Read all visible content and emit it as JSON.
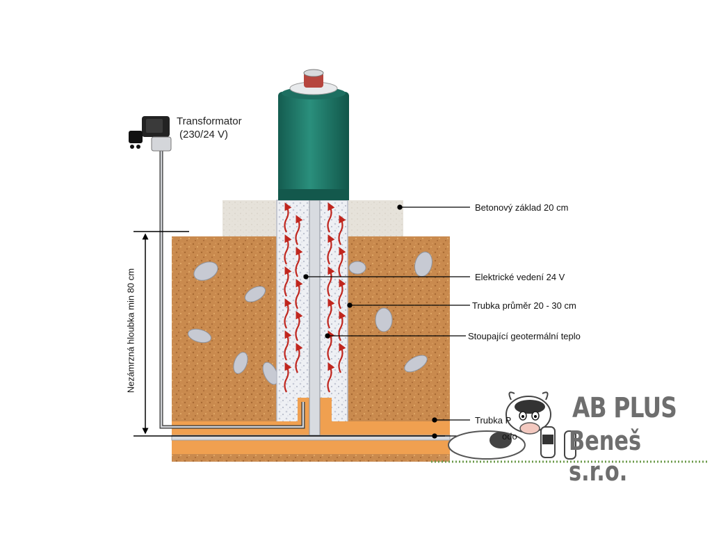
{
  "transformer": {
    "line1": "Transformator",
    "line2": "(230/24 V)"
  },
  "depth_label": "Nezámrzná hloubka min 80 cm",
  "labels": {
    "concrete": "Betonový základ 20 cm",
    "electric": "Elektrické vedení 24 V",
    "pipe": "Trubka průměr 20 - 30 cm",
    "heat": "Stoupající geotermální teplo",
    "pipe_pvc": "Trubka P",
    "water": "odo"
  },
  "logo": {
    "line1": "AB PLUS",
    "line2": "Beneš s.r.o."
  },
  "colors": {
    "soil": "#c98a4e",
    "concrete": "#e6e2da",
    "drinker": "#1f7a6a",
    "pipe_orange": "#f0a050",
    "heat_arrow": "#c0261e",
    "logo_text": "#6e6e6e"
  }
}
